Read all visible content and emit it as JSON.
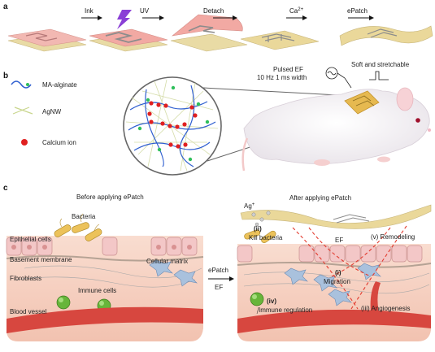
{
  "panels": {
    "a": "a",
    "b": "b",
    "c": "c"
  },
  "panel_a": {
    "steps": [
      "Ink",
      "UV",
      "Detach",
      "Ca",
      "ePatch"
    ],
    "ca_superscript": "2+"
  },
  "panel_b": {
    "legend": [
      "MA-alginate",
      "AgNW",
      "Calcium ion"
    ],
    "ef_line1": "Pulsed EF",
    "ef_line2": "10 Hz 1 ms width",
    "soft_label": "Soft and stretchable"
  },
  "panel_c": {
    "before_title": "Before applying ePatch",
    "after_title": "After applying ePatch",
    "before_labels": {
      "bacteria": "Bacteria",
      "epithelial": "Epithelial cells",
      "basement": "Basement membrane",
      "cellular_matrix": "Cellular matrix",
      "fibroblasts": "Fibroblasts",
      "immune_cells": "Immune cells",
      "blood_vessel": "Blood vessel"
    },
    "transition_line1": "ePatch",
    "transition_line2": "EF",
    "after_labels": {
      "ag": "Ag",
      "ag_superscript": "+",
      "kill_num": "(ii)",
      "kill": "Kill bacteria",
      "ef": "EF",
      "remodel": "(v) Remodeling",
      "migration_num": "(i)",
      "migration": "Migration",
      "immune_num": "(iv)",
      "immune": "Immune regulation",
      "angio": "(iii) Angiogenesis"
    }
  },
  "colors": {
    "patch_pink": "#f2b8b2",
    "patch_gold": "#e8d9a0",
    "skin": "#f7d6c5",
    "epithelial": "#f3c7c7",
    "vessel": "#d7473f",
    "dashed": "#e23b2f"
  }
}
